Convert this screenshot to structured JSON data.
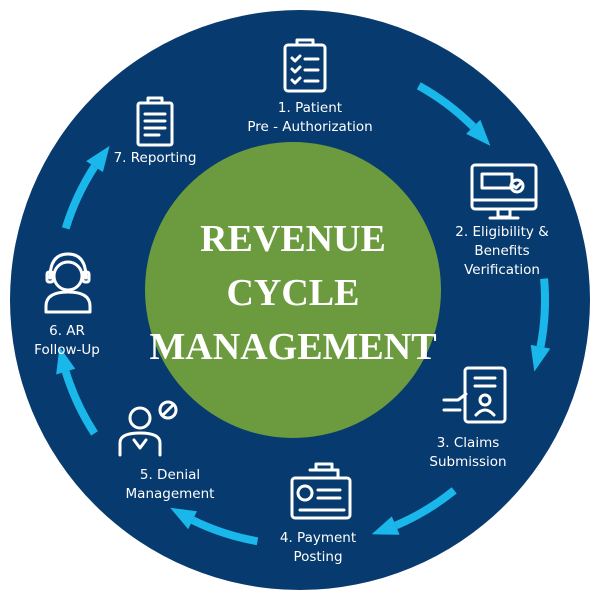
{
  "title_lines": [
    "REVENUE",
    "CYCLE",
    "MANAGEMENT"
  ],
  "steps": [
    {
      "lines": [
        "1. Patient",
        "Pre - Authorization"
      ],
      "icon": "clipboard-checklist-icon"
    },
    {
      "lines": [
        "2. Eligibility &",
        "Benefits",
        "Verification"
      ],
      "icon": "monitor-verification-icon"
    },
    {
      "lines": [
        "3. Claims",
        "Submission"
      ],
      "icon": "claim-card-icon"
    },
    {
      "lines": [
        "4. Payment",
        "Posting"
      ],
      "icon": "payment-register-icon"
    },
    {
      "lines": [
        "5. Denial",
        "Management"
      ],
      "icon": "denial-person-icon"
    },
    {
      "lines": [
        "6. AR",
        "Follow-Up"
      ],
      "icon": "headset-agent-icon"
    },
    {
      "lines": [
        "7. Reporting"
      ],
      "icon": "report-clipboard-icon"
    }
  ],
  "colors": {
    "ring": "#073a6e",
    "center": "#6b9b3e",
    "arrow": "#1ab8ea",
    "text": "#ffffff"
  }
}
